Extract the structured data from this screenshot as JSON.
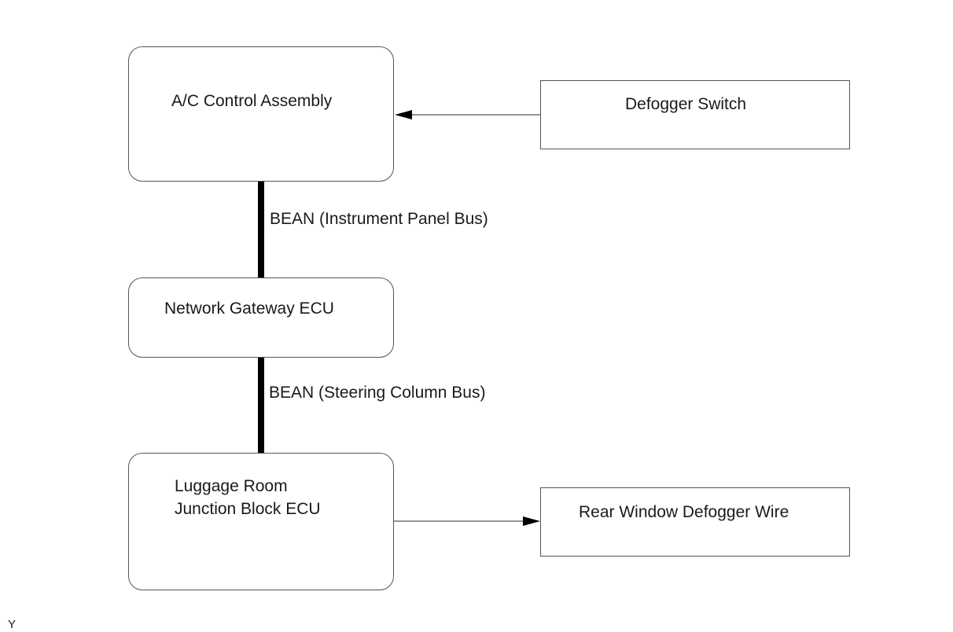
{
  "nodes": {
    "ac_control": "A/C Control Assembly",
    "defogger_switch": "Defogger Switch",
    "gateway": "Network Gateway ECU",
    "luggage_line1": "Luggage Room",
    "luggage_line2": "Junction Block ECU",
    "rear_defogger": "Rear Window Defogger Wire"
  },
  "buses": {
    "instrument_panel": "BEAN (Instrument Panel Bus)",
    "steering_column": "BEAN (Steering Column Bus)"
  },
  "corner_mark": "Y"
}
